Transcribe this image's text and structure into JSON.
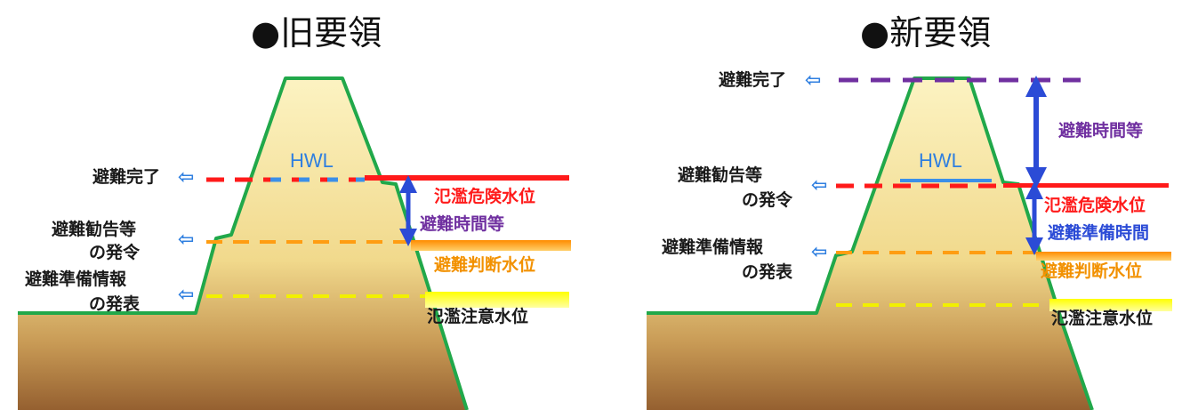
{
  "colors": {
    "embankment_top": "#fbf0b8",
    "embankment_bottom": "#a06a30",
    "outline": "#21a84a",
    "danger": "#ff1a1a",
    "judgment": "#ff9d12",
    "caution": "#f2f000",
    "completion": "#7030a0",
    "arrow": "#2b4bd6",
    "hwl": "#3b8fe8",
    "pointer": "#2f7fe0"
  },
  "old_plan": {
    "title": "●旧要領",
    "hwl": "HWL",
    "labels": {
      "evacuation_complete": "避難完了",
      "advisory_line1": "避難勧告等",
      "advisory_line2": "の発令",
      "prep_line1": "避難準備情報",
      "prep_line2": "の発表",
      "danger_level": "氾濫危険水位",
      "evac_time": "避難時間等",
      "judgment_level": "避難判断水位",
      "caution_level": "氾濫注意水位"
    }
  },
  "new_plan": {
    "title": "●新要領",
    "hwl": "HWL",
    "labels": {
      "evacuation_complete": "避難完了",
      "advisory_line1": "避難勧告等",
      "advisory_line2": "の発令",
      "prep_line1": "避難準備情報",
      "prep_line2": "の発表",
      "evac_time": "避難時間等",
      "danger_level": "氾濫危険水位",
      "prep_time": "避難準備時間",
      "judgment_level": "避難判断水位",
      "caution_level": "氾濫注意水位"
    }
  }
}
